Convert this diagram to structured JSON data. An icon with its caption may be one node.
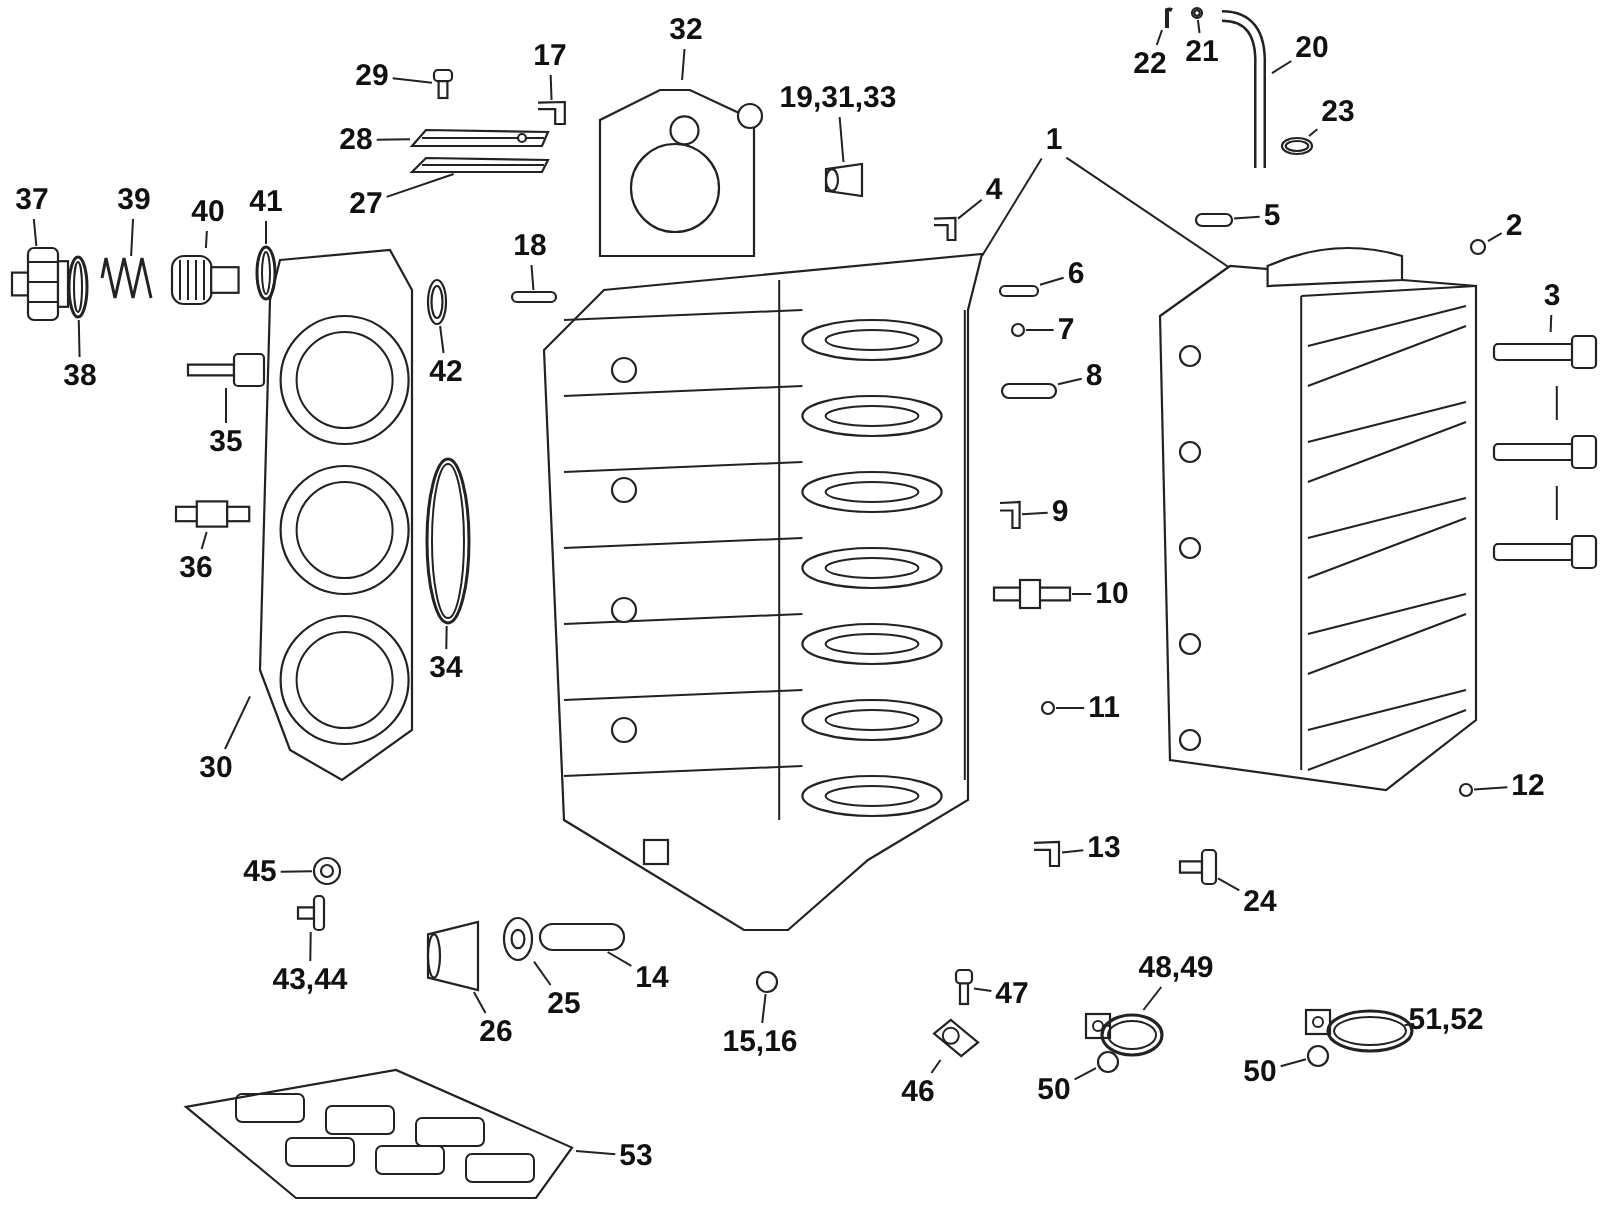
{
  "diagram": {
    "nodes": [
      {
        "text": [
          "1"
        ]
      },
      {
        "text": [],
        "shape": "picture"
      },
      {
        "text": [],
        "shape": "picture"
      },
      {
        "text": [
          "2"
        ]
      },
      {
        "text": [],
        "shape": "circle"
      },
      {
        "text": [
          "3"
        ]
      },
      {
        "text": [],
        "shape": "picture"
      },
      {
        "text": [
          "4"
        ]
      },
      {
        "text": [],
        "shape": "picture"
      },
      {
        "text": [
          "5"
        ]
      },
      {
        "text": [],
        "shape": "bar"
      },
      {
        "text": [
          "6"
        ]
      },
      {
        "text": [],
        "shape": "bar"
      },
      {
        "text": [
          "7"
        ]
      },
      {
        "text": [],
        "shape": "circle"
      },
      {
        "text": [
          "8"
        ]
      },
      {
        "text": [],
        "shape": "bar"
      },
      {
        "text": [
          "9"
        ]
      },
      {
        "text": [],
        "shape": "picture"
      },
      {
        "text": [
          "10"
        ]
      },
      {
        "text": [],
        "shape": "picture"
      },
      {
        "text": [
          "11"
        ]
      },
      {
        "text": [],
        "shape": "circle"
      },
      {
        "text": [
          "12"
        ]
      },
      {
        "text": [],
        "shape": "circle"
      },
      {
        "text": [
          "13"
        ]
      },
      {
        "text": [],
        "shape": "picture"
      },
      {
        "text": [
          "14"
        ]
      },
      {
        "text": [],
        "shape": "bar"
      },
      {
        "text": [
          "15,16"
        ]
      },
      {
        "text": [],
        "shape": "circle"
      },
      {
        "text": [
          "17"
        ]
      },
      {
        "text": [],
        "shape": "picture"
      },
      {
        "text": [
          "18"
        ]
      },
      {
        "text": [],
        "shape": "bar"
      },
      {
        "text": [
          "19,31,33"
        ]
      },
      {
        "text": [],
        "shape": "picture"
      },
      {
        "text": [
          "20"
        ]
      },
      {
        "text": [],
        "shape": "picture"
      },
      {
        "text": [
          "21"
        ]
      },
      {
        "text": [],
        "shape": "picture"
      },
      {
        "text": [
          "22"
        ]
      },
      {
        "text": [],
        "shape": "picture"
      },
      {
        "text": [
          "23"
        ]
      },
      {
        "text": [],
        "shape": "picture"
      },
      {
        "text": [
          "24"
        ]
      },
      {
        "text": [],
        "shape": "picture"
      },
      {
        "text": [
          "25"
        ]
      },
      {
        "text": [],
        "shape": "picture"
      },
      {
        "text": [
          "26"
        ]
      },
      {
        "text": [],
        "shape": "picture"
      },
      {
        "text": [
          "27"
        ]
      },
      {
        "text": [],
        "shape": "picture"
      },
      {
        "text": [
          "28"
        ]
      },
      {
        "text": [],
        "shape": "picture"
      },
      {
        "text": [
          "29"
        ]
      },
      {
        "text": [],
        "shape": "picture"
      },
      {
        "text": [
          "30"
        ]
      },
      {
        "text": [],
        "shape": "picture"
      },
      {
        "text": [
          "32"
        ]
      },
      {
        "text": [],
        "shape": "picture"
      },
      {
        "text": [
          "34"
        ]
      },
      {
        "text": [],
        "shape": "picture"
      },
      {
        "text": [
          "35"
        ]
      },
      {
        "text": [],
        "shape": "picture"
      },
      {
        "text": [
          "36"
        ]
      },
      {
        "text": [],
        "shape": "picture"
      },
      {
        "text": [
          "37"
        ]
      },
      {
        "text": [],
        "shape": "picture"
      },
      {
        "text": [
          "38"
        ]
      },
      {
        "text": [],
        "shape": "picture"
      },
      {
        "text": [
          "39"
        ]
      },
      {
        "text": [],
        "shape": "picture"
      },
      {
        "text": [
          "40"
        ]
      },
      {
        "text": [],
        "shape": "picture"
      },
      {
        "text": [
          "41"
        ]
      },
      {
        "text": [],
        "shape": "picture"
      },
      {
        "text": [
          "42"
        ]
      },
      {
        "text": [],
        "shape": "picture"
      },
      {
        "text": [
          "43,44"
        ]
      },
      {
        "text": [],
        "shape": "picture"
      },
      {
        "text": [
          "45"
        ]
      },
      {
        "text": [],
        "shape": "picture"
      },
      {
        "text": [
          "46"
        ]
      },
      {
        "text": [],
        "shape": "picture"
      },
      {
        "text": [
          "47"
        ]
      },
      {
        "text": [],
        "shape": "picture"
      },
      {
        "text": [
          "48,49"
        ]
      },
      {
        "text": [],
        "shape": "picture"
      },
      {
        "text": [
          "50"
        ]
      },
      {
        "text": [],
        "shape": "circle"
      },
      {
        "text": [
          "50"
        ]
      },
      {
        "text": [],
        "shape": "circle"
      },
      {
        "text": [
          "51,52"
        ]
      },
      {
        "text": [],
        "shape": "picture"
      },
      {
        "text": [
          "53"
        ]
      },
      {
        "text": [],
        "shape": "picture"
      }
    ],
    "edges": [
      {
        "from": 0,
        "to": 1,
        "arrow": "none"
      },
      {
        "from": 0,
        "to": 2,
        "arrow": "none"
      },
      {
        "from": 3,
        "to": 4,
        "arrow": "none"
      },
      {
        "from": 5,
        "to": 6,
        "arrow": "none"
      },
      {
        "from": 7,
        "to": 8,
        "arrow": "none"
      },
      {
        "from": 9,
        "to": 10,
        "arrow": "none"
      },
      {
        "from": 11,
        "to": 12,
        "arrow": "none"
      },
      {
        "from": 13,
        "to": 14,
        "arrow": "none"
      },
      {
        "from": 15,
        "to": 16,
        "arrow": "none"
      },
      {
        "from": 17,
        "to": 18,
        "arrow": "none"
      },
      {
        "from": 19,
        "to": 20,
        "arrow": "none"
      },
      {
        "from": 21,
        "to": 22,
        "arrow": "none"
      },
      {
        "from": 23,
        "to": 24,
        "arrow": "none"
      },
      {
        "from": 25,
        "to": 26,
        "arrow": "none"
      },
      {
        "from": 27,
        "to": 28,
        "arrow": "none"
      },
      {
        "from": 29,
        "to": 30,
        "arrow": "none"
      },
      {
        "from": 31,
        "to": 32,
        "arrow": "none"
      },
      {
        "from": 33,
        "to": 34,
        "arrow": "none"
      },
      {
        "from": 35,
        "to": 36,
        "arrow": "none"
      },
      {
        "from": 37,
        "to": 38,
        "arrow": "none"
      },
      {
        "from": 39,
        "to": 40,
        "arrow": "none"
      },
      {
        "from": 41,
        "to": 42,
        "arrow": "none"
      },
      {
        "from": 43,
        "to": 44,
        "arrow": "none"
      },
      {
        "from": 45,
        "to": 46,
        "arrow": "none"
      },
      {
        "from": 47,
        "to": 48,
        "arrow": "none"
      },
      {
        "from": 49,
        "to": 50,
        "arrow": "none"
      },
      {
        "from": 51,
        "to": 52,
        "arrow": "none"
      },
      {
        "from": 53,
        "to": 54,
        "arrow": "none"
      },
      {
        "from": 55,
        "to": 56,
        "arrow": "none"
      },
      {
        "from": 57,
        "to": 58,
        "arrow": "none"
      },
      {
        "from": 59,
        "to": 60,
        "arrow": "none"
      },
      {
        "from": 61,
        "to": 62,
        "arrow": "none"
      },
      {
        "from": 63,
        "to": 64,
        "arrow": "none"
      },
      {
        "from": 65,
        "to": 66,
        "arrow": "none"
      },
      {
        "from": 67,
        "to": 68,
        "arrow": "none"
      },
      {
        "from": 69,
        "to": 70,
        "arrow": "none"
      },
      {
        "from": 71,
        "to": 72,
        "arrow": "none"
      },
      {
        "from": 73,
        "to": 74,
        "arrow": "none"
      },
      {
        "from": 75,
        "to": 76,
        "arrow": "none"
      },
      {
        "from": 77,
        "to": 78,
        "arrow": "none"
      },
      {
        "from": 79,
        "to": 80,
        "arrow": "none"
      },
      {
        "from": 81,
        "to": 82,
        "arrow": "none"
      },
      {
        "from": 83,
        "to": 84,
        "arrow": "none"
      },
      {
        "from": 85,
        "to": 86,
        "arrow": "none"
      },
      {
        "from": 87,
        "to": 88,
        "arrow": "none"
      },
      {
        "from": 89,
        "to": 90,
        "arrow": "none"
      },
      {
        "from": 91,
        "to": 92,
        "arrow": "none"
      },
      {
        "from": 93,
        "to": 94,
        "arrow": "none"
      },
      {
        "from": 95,
        "to": 96,
        "arrow": "none"
      }
    ]
  }
}
